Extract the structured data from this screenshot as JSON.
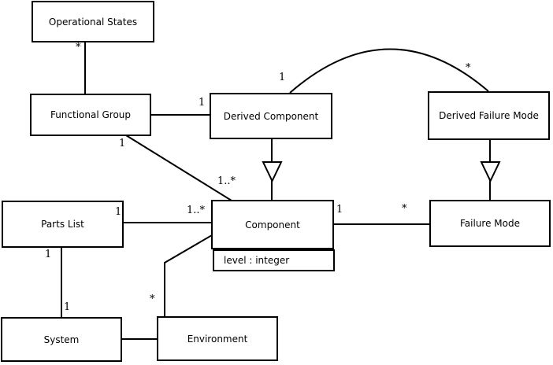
{
  "diagram_type": "uml-class-diagram",
  "colors": {
    "background": "#ffffff",
    "line": "#000000",
    "box_fill": "#ffffff",
    "text": "#000000"
  },
  "classes": [
    {
      "name": "Operational States"
    },
    {
      "name": "Functional Group"
    },
    {
      "name": "Derived Component"
    },
    {
      "name": "Derived Failure Mode"
    },
    {
      "name": "Parts List"
    },
    {
      "name": "Component",
      "attributes": [
        "level : integer"
      ]
    },
    {
      "name": "Failure Mode"
    },
    {
      "name": "System"
    },
    {
      "name": "Environment"
    }
  ],
  "multiplicities": {
    "os_fg_star": "*",
    "fg_comp_one": "1",
    "fg_comp_many": "1..*",
    "fg_dc_one": "1",
    "dc_curve_one": "1",
    "dfm_curve_star": "*",
    "pl_comp_one": "1",
    "pl_comp_many": "1..*",
    "comp_fm_one": "1",
    "comp_fm_star": "*",
    "pl_sys_one_top": "1",
    "pl_sys_one_bottom": "1",
    "env_comp_star": "*"
  }
}
